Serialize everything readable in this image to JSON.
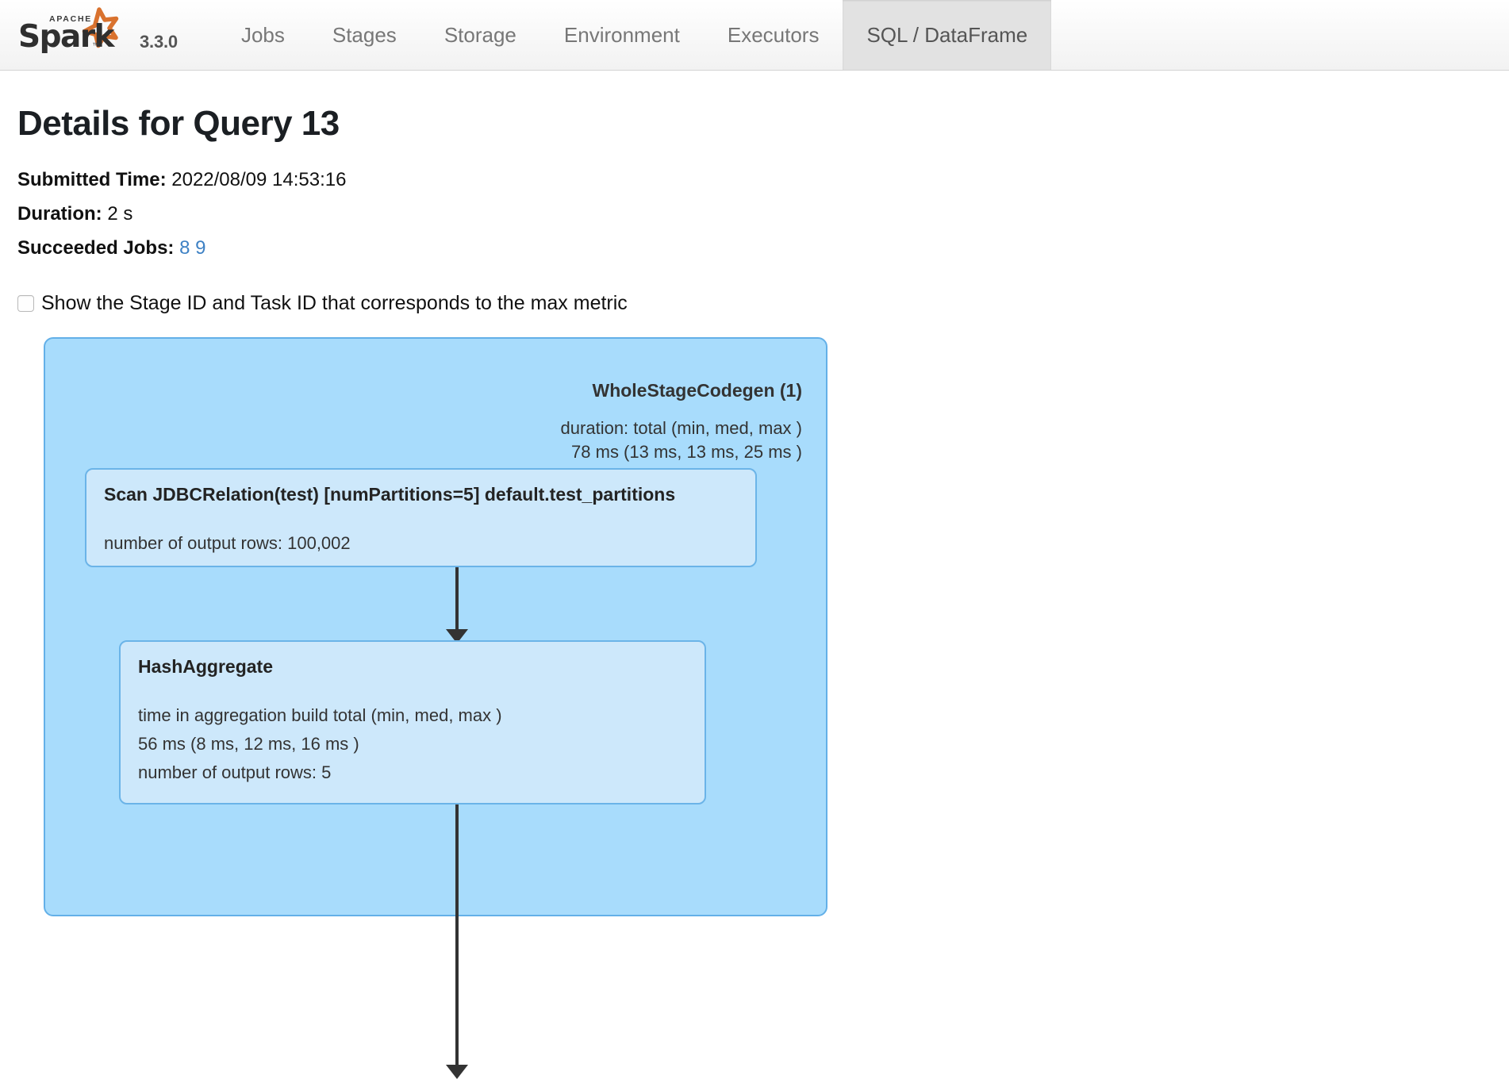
{
  "navbar": {
    "brand": {
      "logo_icon": "apache-spark-logo",
      "logo_alt": "Apache Spark",
      "version": "3.3.0"
    },
    "tabs": [
      {
        "label": "Jobs",
        "active": false
      },
      {
        "label": "Stages",
        "active": false
      },
      {
        "label": "Storage",
        "active": false
      },
      {
        "label": "Environment",
        "active": false
      },
      {
        "label": "Executors",
        "active": false
      },
      {
        "label": "SQL / DataFrame",
        "active": true
      }
    ]
  },
  "page": {
    "title": "Details for Query 13",
    "submitted_time_label": "Submitted Time:",
    "submitted_time_value": "2022/08/09 14:53:16",
    "duration_label": "Duration:",
    "duration_value": "2 s",
    "succeeded_jobs_label": "Succeeded Jobs:",
    "succeeded_jobs": [
      "8",
      "9"
    ],
    "max_metric_checkbox_label": "Show the Stage ID and Task ID that corresponds to the max metric",
    "max_metric_checkbox_checked": false
  },
  "colors": {
    "cluster_fill": "#a8dcfc",
    "cluster_border": "#63b0e8",
    "node_fill": "#cde8fb",
    "node_border": "#6bb4e8",
    "edge": "#333333",
    "link": "#3e81c4",
    "active_tab_bg": "#e2e2e2"
  },
  "plan": {
    "cluster": {
      "title": "WholeStageCodegen (1)",
      "metric_header": "duration: total (min, med, max )",
      "metric_value": "78 ms (13 ms, 13 ms, 25 ms )"
    },
    "nodes": [
      {
        "id": "scan",
        "title": "Scan JDBCRelation(test) [numPartitions=5] default.test_partitions",
        "metrics": [
          "number of output rows: 100,002"
        ]
      },
      {
        "id": "hashaggregate",
        "title": "HashAggregate",
        "metrics": [
          "time in aggregation build total (min, med, max )",
          "56 ms (8 ms, 12 ms, 16 ms )",
          "number of output rows: 5"
        ]
      }
    ],
    "edges": [
      {
        "from": "scan",
        "to": "hashaggregate"
      },
      {
        "from": "hashaggregate",
        "to": "below"
      }
    ]
  }
}
